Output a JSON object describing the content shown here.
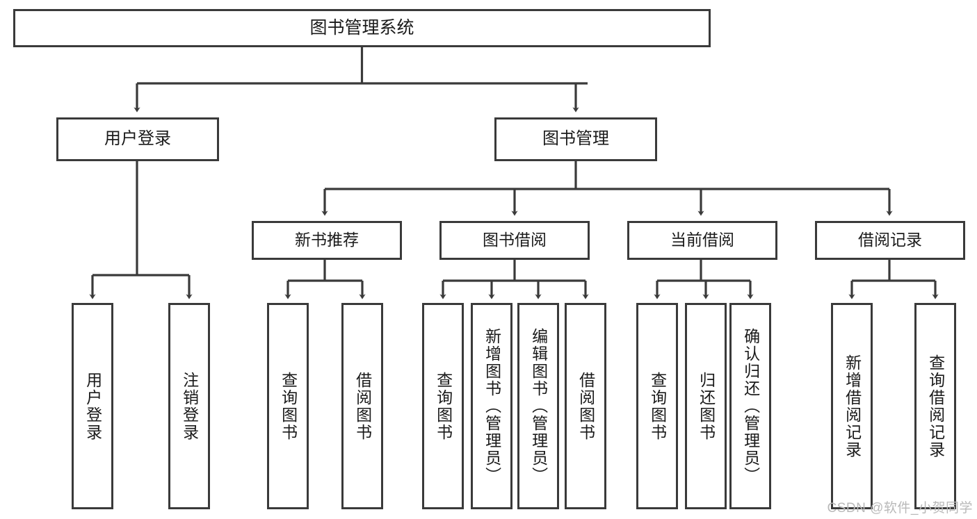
{
  "diagram": {
    "title": "图书管理系统",
    "type": "tree-hierarchy-diagram",
    "watermark": "CSDN @软件_小贺同学",
    "colors": {
      "box_border": "#3a3a3a",
      "box_fill": "#ffffff",
      "connector": "#3a3a3a",
      "text": "#1a1a1a",
      "watermark": "#b9b9b9",
      "background": "#ffffff"
    }
  },
  "nodes": {
    "root": {
      "label": "图书管理系统"
    },
    "level1": [
      {
        "label": "用户登录"
      },
      {
        "label": "图书管理"
      }
    ],
    "level2": [
      {
        "label": "新书推荐"
      },
      {
        "label": "图书借阅"
      },
      {
        "label": "当前借阅"
      },
      {
        "label": "借阅记录"
      }
    ],
    "leaves": {
      "user_login": [
        {
          "label": "用户登录"
        },
        {
          "label": "注销登录"
        }
      ],
      "new_book_recommend": [
        {
          "label": "查询图书"
        },
        {
          "label": "借阅图书"
        }
      ],
      "book_borrow": [
        {
          "label": "查询图书"
        },
        {
          "label": "新增图书（管理员）"
        },
        {
          "label": "编辑图书（管理员）"
        },
        {
          "label": "借阅图书"
        }
      ],
      "current_borrow": [
        {
          "label": "查询图书"
        },
        {
          "label": "归还图书"
        },
        {
          "label": "确认归还（管理员）"
        }
      ],
      "borrow_records": [
        {
          "label": "新增借阅记录"
        },
        {
          "label": "查询借阅记录"
        }
      ]
    }
  }
}
